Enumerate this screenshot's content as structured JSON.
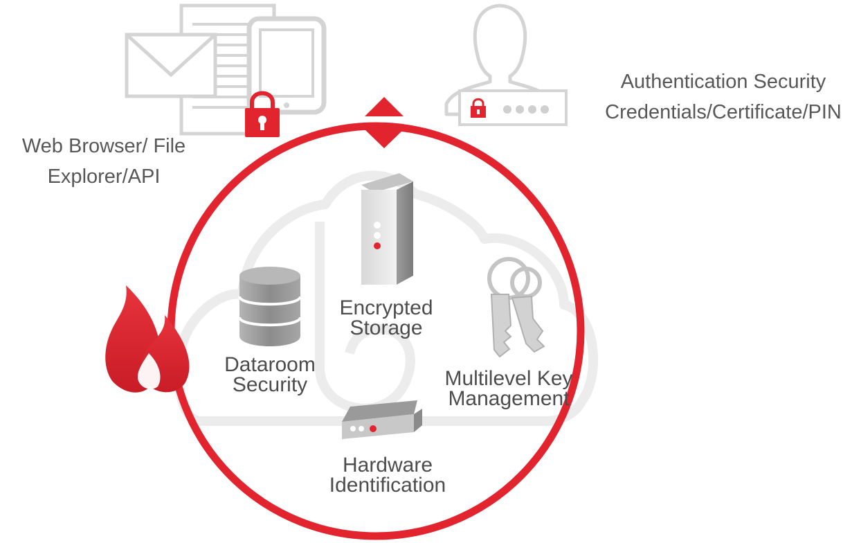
{
  "labels": {
    "web_line1": "Web Browser/ File",
    "web_line2": "Explorer/API",
    "auth_line1": "Authentication Security",
    "auth_line2": "Credentials/Certificate/PIN",
    "encrypted_line1": "Encrypted",
    "encrypted_line2": "Storage",
    "dataroom_line1": "Dataroom",
    "dataroom_line2": "Security",
    "key_line1": "Multilevel Key",
    "key_line2": "Management",
    "hardware_line1": "Hardware",
    "hardware_line2": "Identification"
  },
  "icons": [
    "envelope-icon",
    "document-icon",
    "tablet-icon",
    "padlock-icon",
    "user-silhouette-icon",
    "pin-field-icon",
    "double-arrow-icon",
    "cloud-icon",
    "server-tower-icon",
    "database-icon",
    "keys-icon",
    "hardware-box-icon",
    "fire-icon"
  ],
  "colors": {
    "accent_red": "#e2242e",
    "icon_gray": "#d6d6d6",
    "icon_dark_gray": "#9a9a9a",
    "text_gray": "#575757"
  }
}
